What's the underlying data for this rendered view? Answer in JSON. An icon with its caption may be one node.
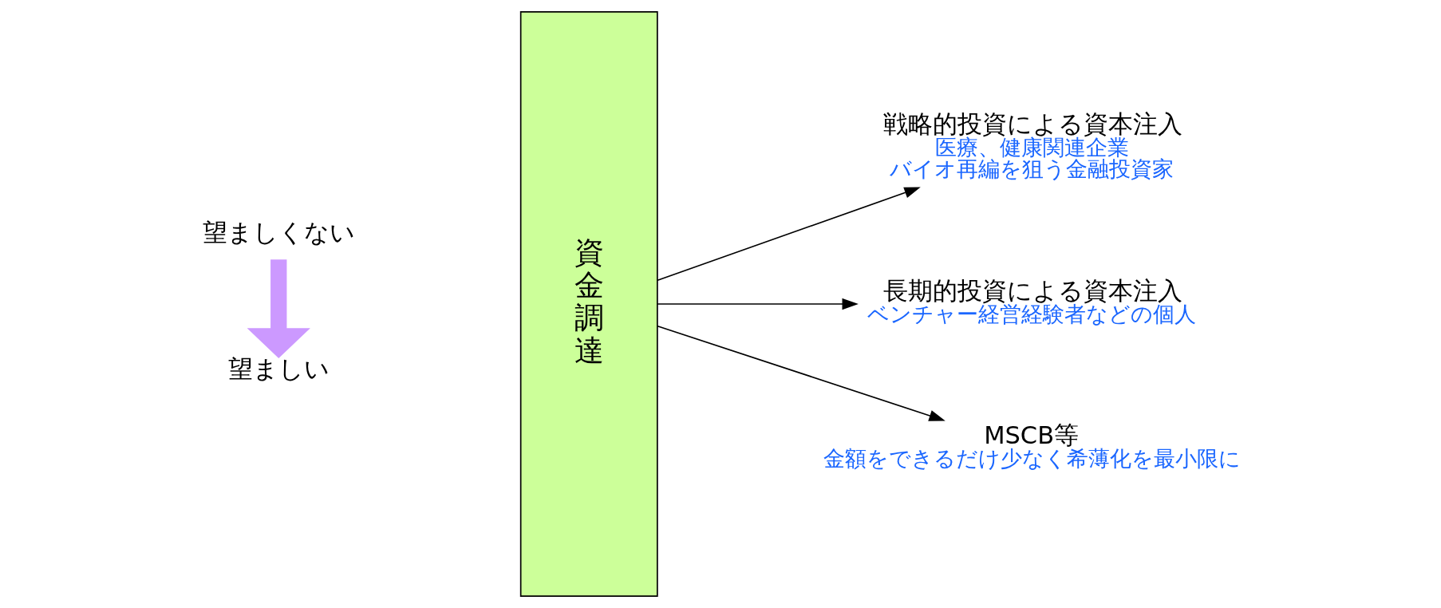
{
  "diagram": {
    "nodes": [
      {
        "text": [
          "資金調達"
        ]
      },
      {
        "text": [
          "望ましい"
        ]
      },
      {
        "text": [
          "望ましくない"
        ]
      },
      {
        "text": [
          "戦略的投資による資本注入"
        ],
        "beside": [
          "医療、健康関連企業",
          "バイオ再編を狙う金融投資家"
        ]
      },
      {
        "text": [
          "長期的投資による資本注入"
        ],
        "beside": [
          "ベンチャー経営経験者などの個人"
        ]
      },
      {
        "text": [
          "MSCB等"
        ],
        "beside": [
          "金額をできるだけ少なく希薄化を最小限に"
        ]
      }
    ],
    "edges": [
      {
        "from": 0,
        "to": 3,
        "arrow": "to"
      },
      {
        "from": 0,
        "to": 4,
        "arrow": "to"
      },
      {
        "from": 0,
        "to": 5,
        "arrow": "to"
      },
      {
        "from": 2,
        "to": 1,
        "arrow": "to",
        "style": "thick",
        "color": "#cc99ff"
      }
    ]
  }
}
